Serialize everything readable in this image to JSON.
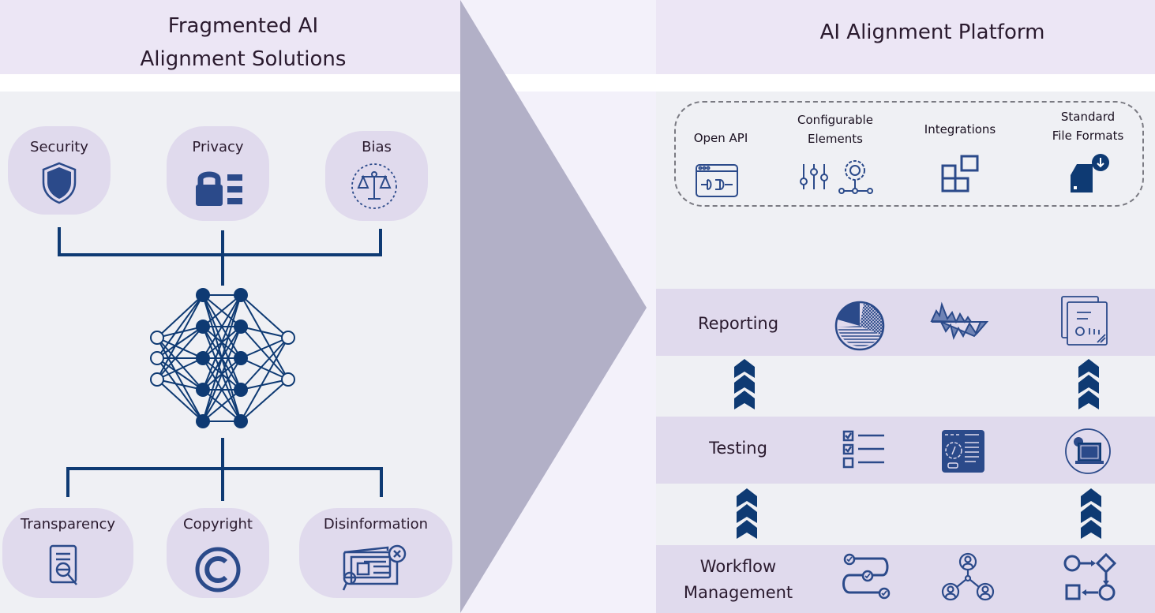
{
  "left_panel": {
    "title_line1": "Fragmented AI",
    "title_line2": "Alignment Solutions",
    "top_categories": [
      {
        "label": "Security",
        "icon": "shield-icon"
      },
      {
        "label": "Privacy",
        "icon": "lock-list-icon"
      },
      {
        "label": "Bias",
        "icon": "scales-icon"
      }
    ],
    "center_icon": "neural-network-icon",
    "bottom_categories": [
      {
        "label": "Transparency",
        "icon": "document-search-icon"
      },
      {
        "label": "Copyright",
        "icon": "copyright-icon"
      },
      {
        "label": "Disinformation",
        "icon": "fake-news-icon"
      }
    ]
  },
  "right_panel": {
    "title": "AI Alignment Platform",
    "features": [
      {
        "label_line1": "Open API",
        "label_line2": "",
        "icon": "api-plug-icon"
      },
      {
        "label_line1": "Configurable",
        "label_line2": "Elements",
        "icon": "sliders-gear-icon"
      },
      {
        "label_line1": "Integrations",
        "label_line2": "",
        "icon": "blocks-icon"
      },
      {
        "label_line1": "Standard",
        "label_line2": "File Formats",
        "icon": "file-download-icon"
      }
    ],
    "layers": [
      {
        "label_line1": "Reporting",
        "label_line2": "",
        "icons": [
          "pie-chart-icon",
          "wave-chart-icon",
          "report-document-icon"
        ]
      },
      {
        "label_line1": "Testing",
        "label_line2": "",
        "icons": [
          "checklist-icon",
          "code-settings-icon",
          "laptop-gear-icon"
        ]
      },
      {
        "label_line1": "Workflow",
        "label_line2": "Management",
        "icons": [
          "process-steps-icon",
          "team-network-icon",
          "flowchart-icon"
        ]
      }
    ]
  },
  "colors": {
    "icon_blue": "#2b4a8a",
    "line_navy": "#0e3a73",
    "header_bg": "#ece6f5",
    "band_bg": "#e0daed",
    "body_bg": "#eff0f4",
    "arrow_gray": "#b2b0c7"
  }
}
